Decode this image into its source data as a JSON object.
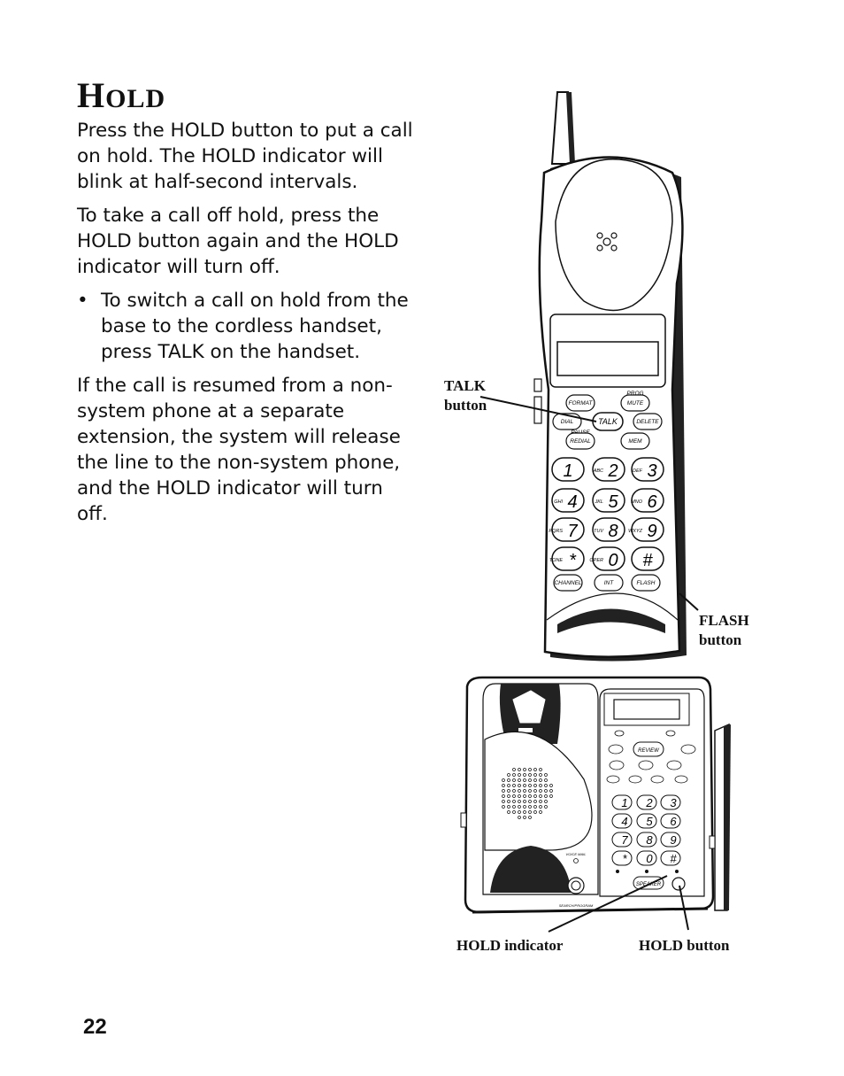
{
  "heading": {
    "first": "H",
    "rest": "OLD"
  },
  "paragraphs": [
    "Press the HOLD button to put a call on hold. The HOLD indicator will blink at half-second intervals.",
    "To take a call off hold, press the HOLD button again and the HOLD indicator will turn off."
  ],
  "bullet": {
    "symbol": "•",
    "text": "To switch a call on hold from the base to the cordless handset, press TALK on the handset."
  },
  "paragraph_last": "If the call is resumed from a non-system phone at a separate extension, the system will release the line to the non-system phone, and the HOLD indicator will turn off.",
  "page_number": "22",
  "callouts": {
    "talk_line1": "TALK",
    "talk_line2": "button",
    "flash_line1": "FLASH",
    "flash_line2": "button",
    "hold_indicator": "HOLD indicator",
    "hold_button": "HOLD button"
  },
  "handset_keys": {
    "format": "FORMAT",
    "prog": "PROG",
    "mute": "MUTE",
    "dial": "DIAL",
    "talk": "TALK",
    "delete": "DELETE",
    "pause": "PAUSE",
    "redial": "REDIAL",
    "mem": "MEM",
    "channel": "CHANNEL",
    "int": "INT",
    "flash": "FLASH",
    "digits": [
      "1",
      "2",
      "3",
      "4",
      "5",
      "6",
      "7",
      "8",
      "9",
      "*",
      "0",
      "#"
    ],
    "letters": [
      "",
      "ABC",
      "DEF",
      "GHI",
      "JKL",
      "MNO",
      "PQRS",
      "TUV",
      "WXYZ",
      "TONE",
      "OPER",
      ""
    ]
  },
  "base_keys": {
    "review": "REVIEW",
    "speaker": "SPEAKER",
    "digits": [
      "1",
      "2",
      "3",
      "4",
      "5",
      "6",
      "7",
      "8",
      "9",
      "*",
      "0",
      "#"
    ]
  }
}
